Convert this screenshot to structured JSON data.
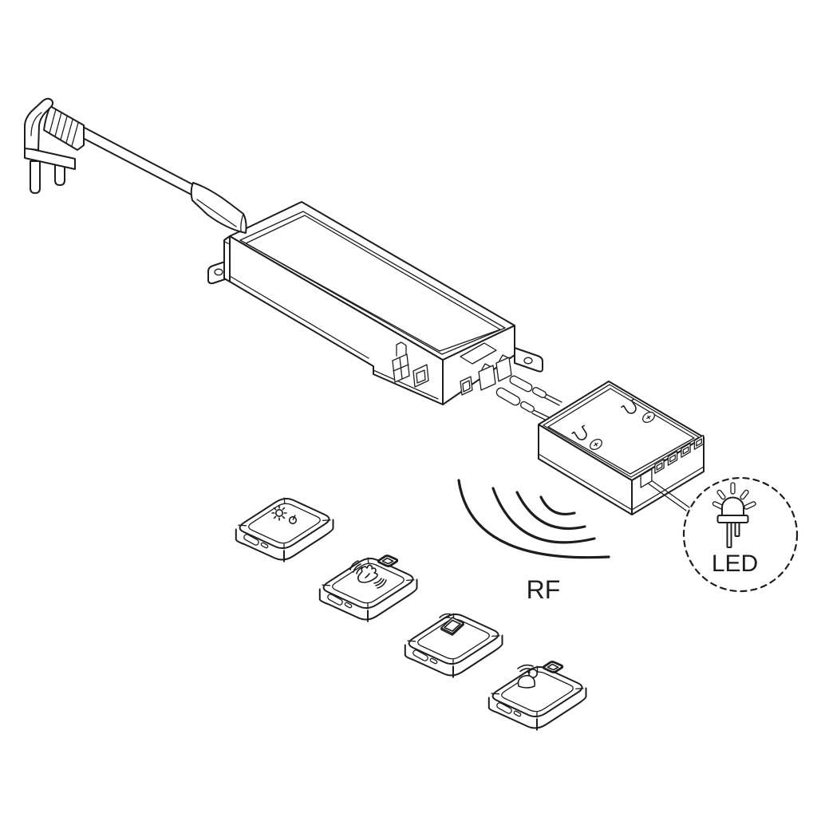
{
  "colors": {
    "background": "#ffffff",
    "line": "#1d1d1b"
  },
  "labels": {
    "rf": "RF",
    "led": "LED"
  },
  "diagram": {
    "type": "wiring-diagram",
    "components": [
      {
        "name": "euro-mains-plug",
        "description": "2-pin Euro plug with ribbed strain relief"
      },
      {
        "name": "mains-cable",
        "description": "cable from plug to driver"
      },
      {
        "name": "led-driver",
        "description": "power supply / LED driver box with mounting flanges, label and output sockets"
      },
      {
        "name": "driver-output-cables",
        "description": "two plug-terminated cables from driver to distributor"
      },
      {
        "name": "rf-distributor",
        "description": "distributor box with keyhole mounts, screws and 6-port output strip"
      },
      {
        "name": "led-output",
        "label": "LED",
        "icon": "led-diode-icon",
        "description": "dashed circle with LED symbol, fed by distributor cable"
      },
      {
        "name": "rf-link",
        "label": "RF",
        "icon": "radio-waves-icon",
        "description": "four radio wave arcs from distributor toward remotes"
      },
      {
        "name": "remote-dimmer",
        "icons": [
          "brightness-icon",
          "power-icon"
        ],
        "ports": [
          "usb-c-port",
          "pair-button"
        ]
      },
      {
        "name": "remote-hand-wave-sensor",
        "icons": [
          "hand-wave-icon",
          "sensor-window"
        ],
        "ports": [
          "usb-c-port",
          "pair-button"
        ]
      },
      {
        "name": "remote-door-sensor",
        "icons": [
          "door-signal-icon"
        ],
        "ports": [
          "usb-c-port",
          "pair-button"
        ]
      },
      {
        "name": "remote-motion-sensor",
        "icons": [
          "person-signal-icon",
          "sensor-window"
        ],
        "ports": [
          "usb-c-port",
          "pair-button"
        ]
      }
    ]
  }
}
